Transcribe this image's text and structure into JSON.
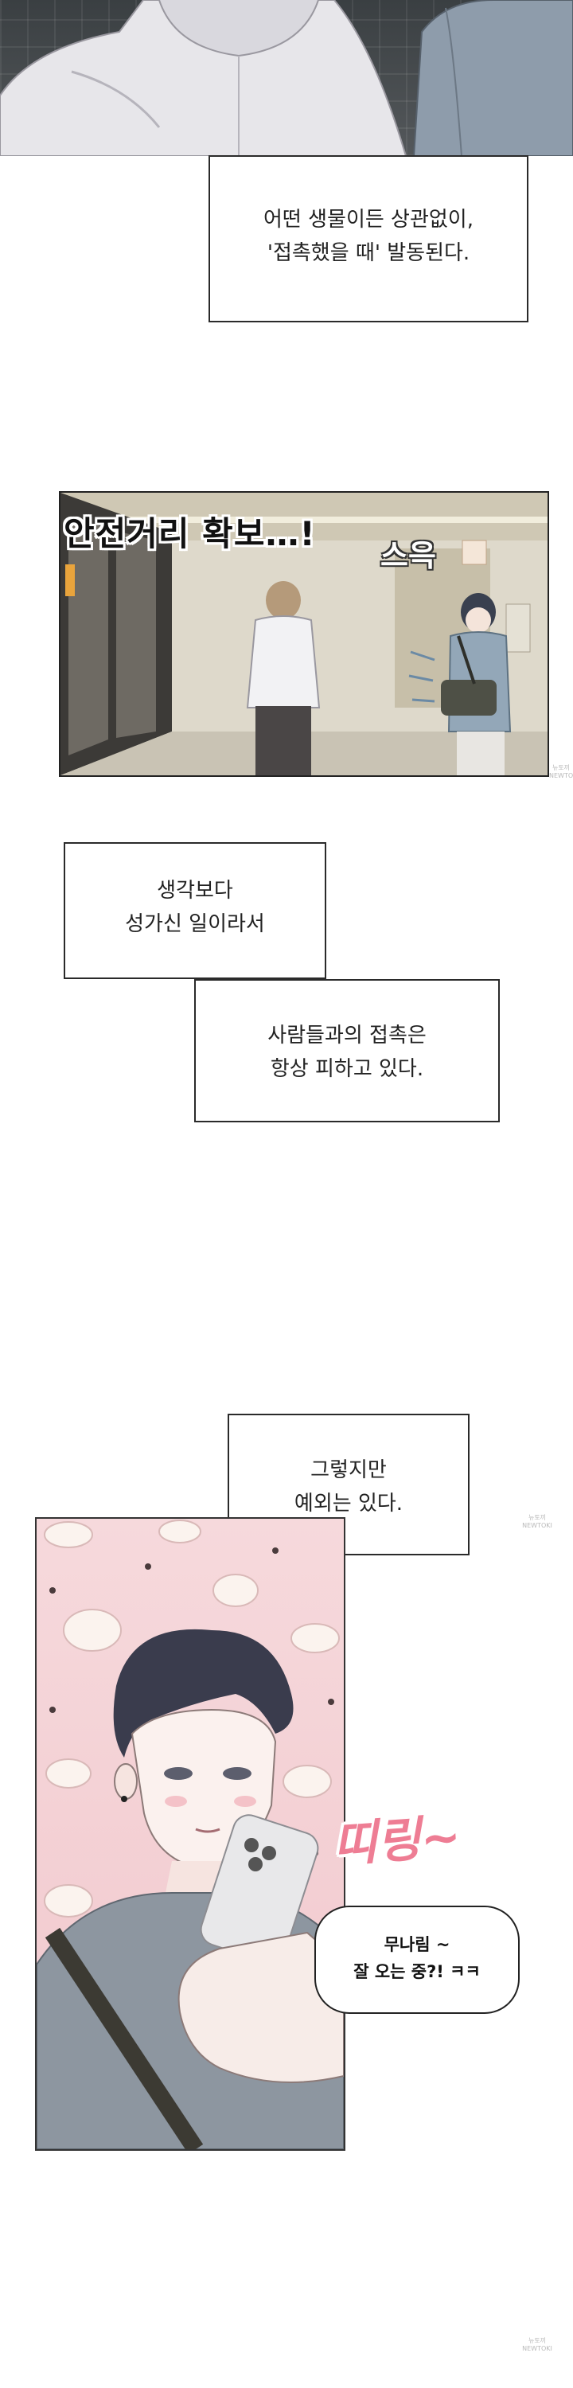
{
  "narration": {
    "box1": [
      "어떤 생물이든 상관없이,",
      "'접촉했을 때' 발동된다."
    ],
    "box2": [
      "생각보다",
      "성가신 일이라서"
    ],
    "box3": [
      "사람들과의 접촉은",
      "항상 피하고 있다."
    ],
    "box4": [
      "그렇지만",
      "예외는 있다."
    ]
  },
  "station_panel": {
    "caption": "안전거리 확보…!",
    "sfx": "스윽"
  },
  "phone_panel": {
    "sfx": "띠링~",
    "message": [
      "무나림 ~",
      "잘 오는 중?! ㅋㅋ"
    ]
  },
  "watermark": [
    "뉴토끼",
    "NEWTOKI"
  ]
}
